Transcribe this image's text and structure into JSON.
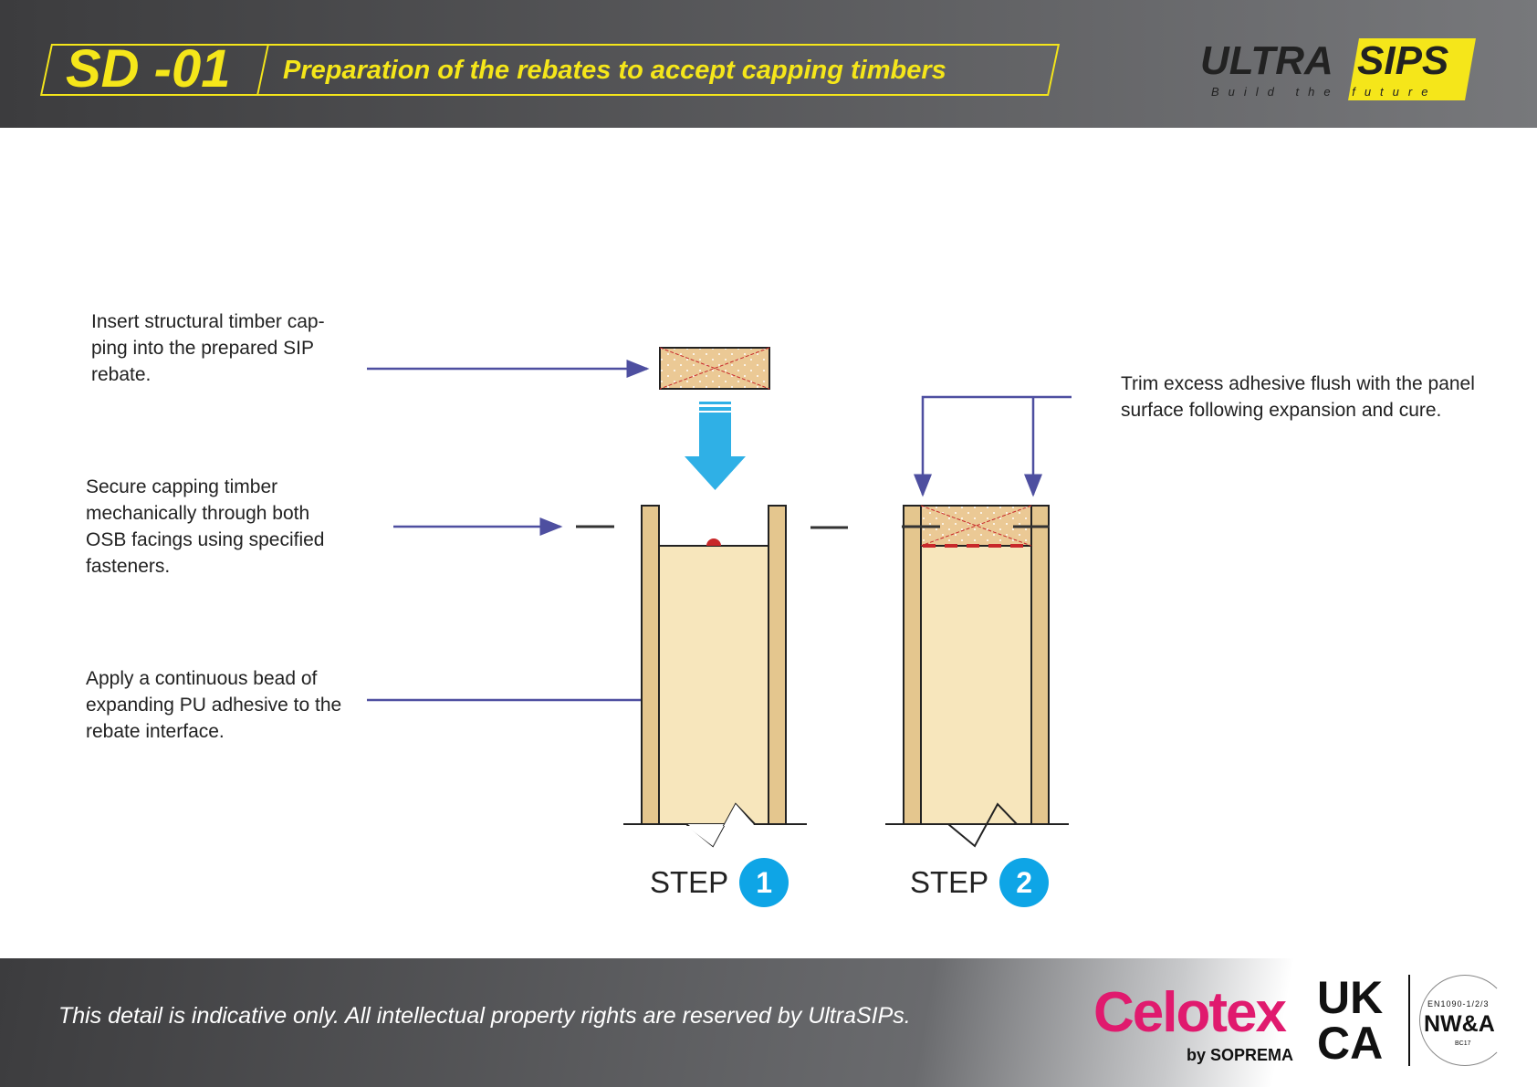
{
  "header": {
    "code": "SD -01",
    "title": "Preparation of the rebates to accept capping timbers",
    "logo": {
      "word1": "ULTRA",
      "word2": "SIPS",
      "tagline": "Build the future"
    }
  },
  "notes": {
    "insert": [
      "Insert structural timber cap-",
      "ping into the prepared SIP",
      "rebate."
    ],
    "secure": [
      "Secure capping timber",
      "mechanically through both",
      "OSB facings using specified",
      "fasteners."
    ],
    "apply": [
      "Apply a continuous bead of",
      "expanding PU adhesive to the",
      "rebate interface."
    ],
    "trim": [
      "Trim excess adhesive flush with the panel",
      "surface following expansion and cure."
    ]
  },
  "steps": [
    {
      "label": "STEP",
      "number": "1"
    },
    {
      "label": "STEP",
      "number": "2"
    }
  ],
  "colors": {
    "accent": "#f5e61a",
    "leader": "#4e4fa0",
    "arrow": "#2fb0e6",
    "timber": "#ebc995",
    "core": "#f7e6bc",
    "adhesive": "#c8282a",
    "step_badge": "#0ea5e6"
  },
  "footer": {
    "disclaimer": "This detail is indicative only. All intellectual property rights are reserved by UltraSIPs.",
    "celotex": "Celotex",
    "soprema": "by SOPREMA",
    "ukca": [
      "UK",
      "CA"
    ],
    "cert": {
      "standard": "EN1090-1/2/3",
      "mark": "NW&A",
      "code": "BC17"
    }
  }
}
